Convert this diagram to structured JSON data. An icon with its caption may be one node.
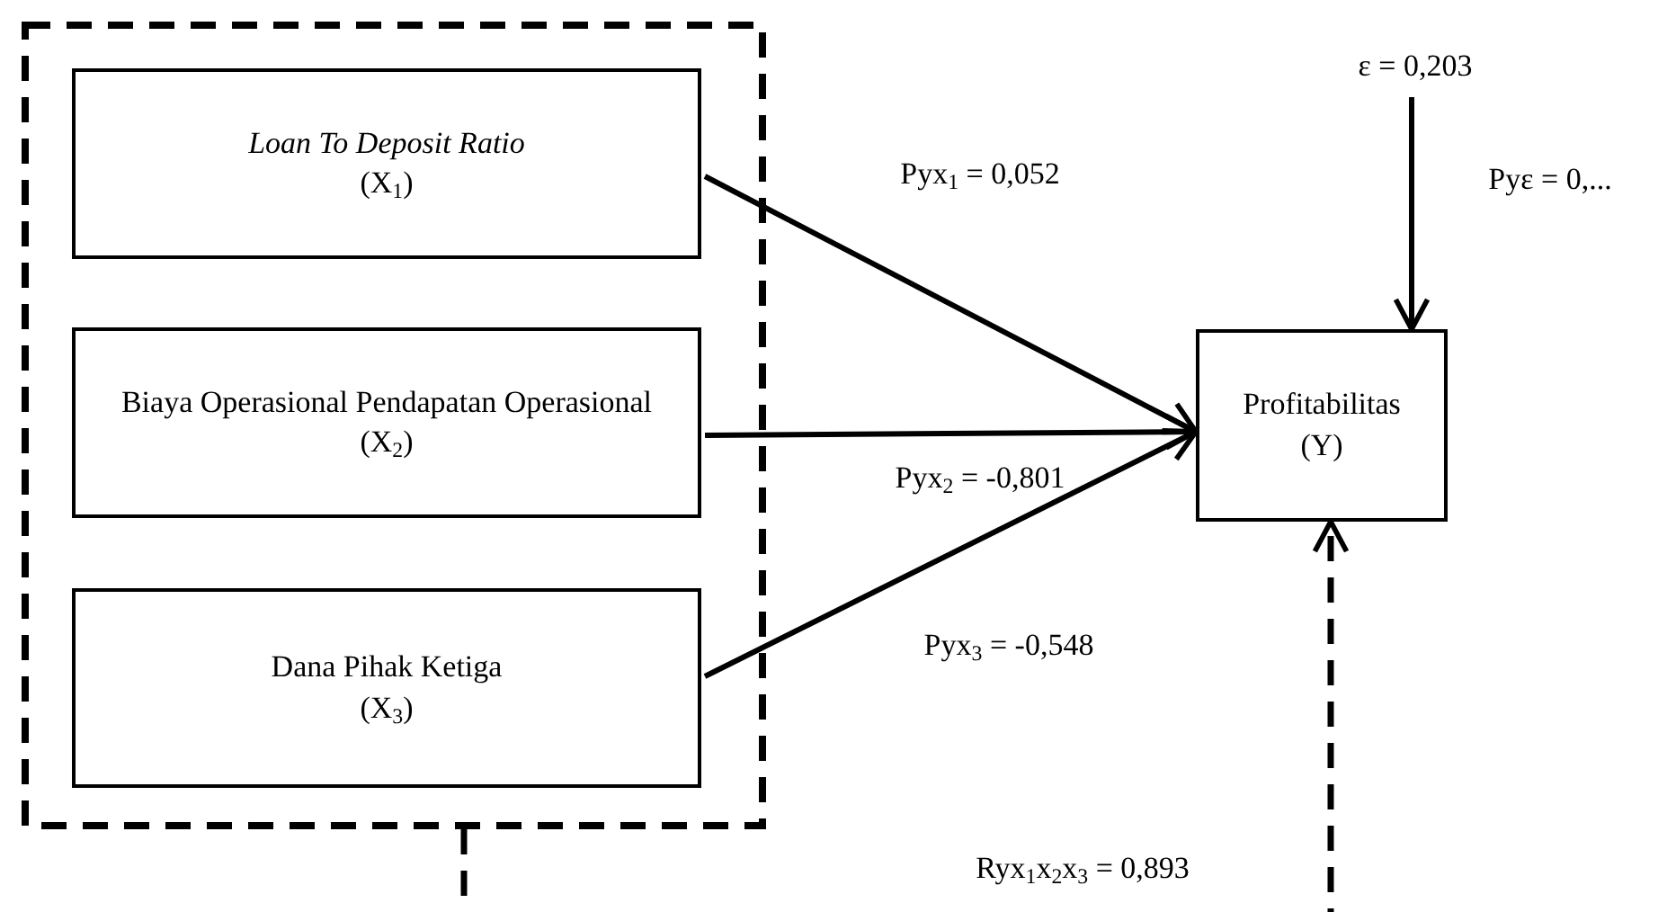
{
  "diagram": {
    "nodes": [
      {
        "text": [],
        "shape": "box"
      },
      {
        "text": [
          "Loan To Deposit Ratio",
          "(X$_{1}$)"
        ],
        "in": 0
      },
      {
        "text": [
          "Biaya Operasional Pendapatan Operasional",
          "(X$_{2}$)"
        ],
        "in": 0
      },
      {
        "text": [
          "Dana Pihak Ketiga",
          "(X$_{3}$)"
        ],
        "in": 0
      },
      {
        "text": [
          "Profitabilitas",
          "(Y)"
        ]
      },
      {
        "text": [
          "ε  = 0,203"
        ]
      }
    ],
    "edges": [
      {
        "from": 1,
        "to": 4,
        "arrow": "to",
        "label": "Pyx$_{1}$ = 0,052"
      },
      {
        "from": 2,
        "to": 4,
        "arrow": "to",
        "label": "Pyx$_{2}$ = -0,801"
      },
      {
        "from": 3,
        "to": 4,
        "arrow": "to",
        "label": "Pyx$_{3}$ = -0,548"
      },
      {
        "from": 5,
        "to": 4,
        "arrow": "to",
        "label": "Pyε = 0,..."
      },
      {
        "from": 0,
        "to": 4,
        "arrow": "to",
        "label": "Ryx$_{1}$x$_{2}$x$_{3}$ = 0,893",
        "style": "dashed"
      }
    ]
  }
}
